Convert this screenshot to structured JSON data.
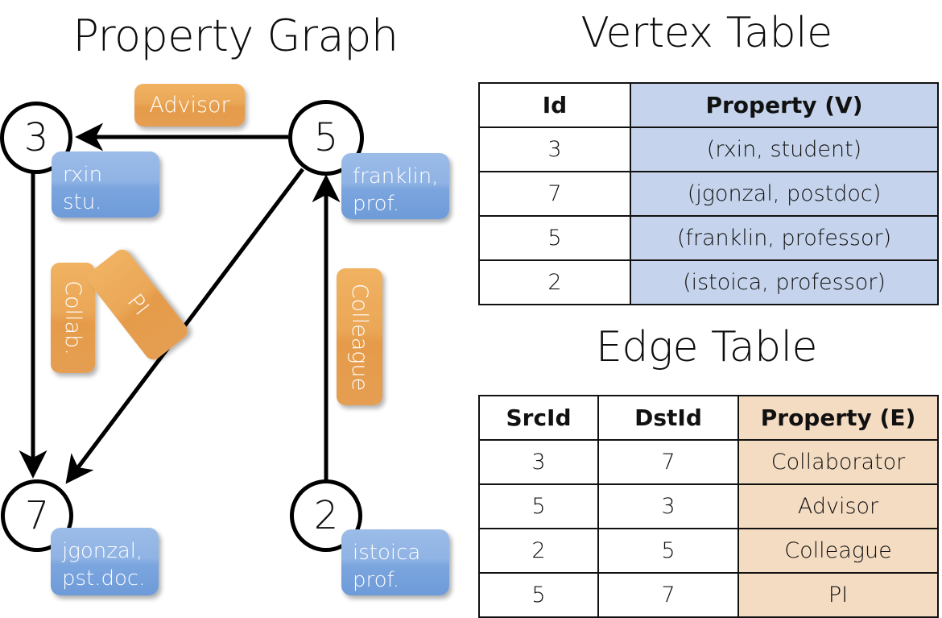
{
  "titles": {
    "property_graph": "Property Graph",
    "vertex_table": "Vertex Table",
    "edge_table": "Edge Table"
  },
  "graph": {
    "nodes": [
      {
        "id": "3",
        "property_line1": "rxin",
        "property_line2": "stu."
      },
      {
        "id": "5",
        "property_line1": "franklin,",
        "property_line2": "prof."
      },
      {
        "id": "7",
        "property_line1": "jgonzal,",
        "property_line2": "pst.doc."
      },
      {
        "id": "2",
        "property_line1": "istoica",
        "property_line2": "prof."
      }
    ],
    "edge_labels": [
      {
        "text": "Advisor"
      },
      {
        "text": "Collab."
      },
      {
        "text": "PI"
      },
      {
        "text": "Colleague"
      }
    ]
  },
  "vertex_table": {
    "headers": [
      "Id",
      "Property (V)"
    ],
    "rows": [
      {
        "id": "3",
        "property": "(rxin, student)"
      },
      {
        "id": "7",
        "property": "(jgonzal, postdoc)"
      },
      {
        "id": "5",
        "property": "(franklin, professor)"
      },
      {
        "id": "2",
        "property": "(istoica, professor)"
      }
    ]
  },
  "edge_table": {
    "headers": [
      "SrcId",
      "DstId",
      "Property (E)"
    ],
    "rows": [
      {
        "src": "3",
        "dst": "7",
        "property": "Collaborator"
      },
      {
        "src": "5",
        "dst": "3",
        "property": "Advisor"
      },
      {
        "src": "2",
        "dst": "5",
        "property": "Colleague"
      },
      {
        "src": "5",
        "dst": "7",
        "property": "PI"
      }
    ]
  },
  "colors": {
    "vertex_property_fill": "#c5d4ec",
    "edge_property_fill": "#f4dcc2",
    "node_property_box": "#8fb3e4",
    "edge_label_box": "#eaa757",
    "line": "#000000"
  }
}
